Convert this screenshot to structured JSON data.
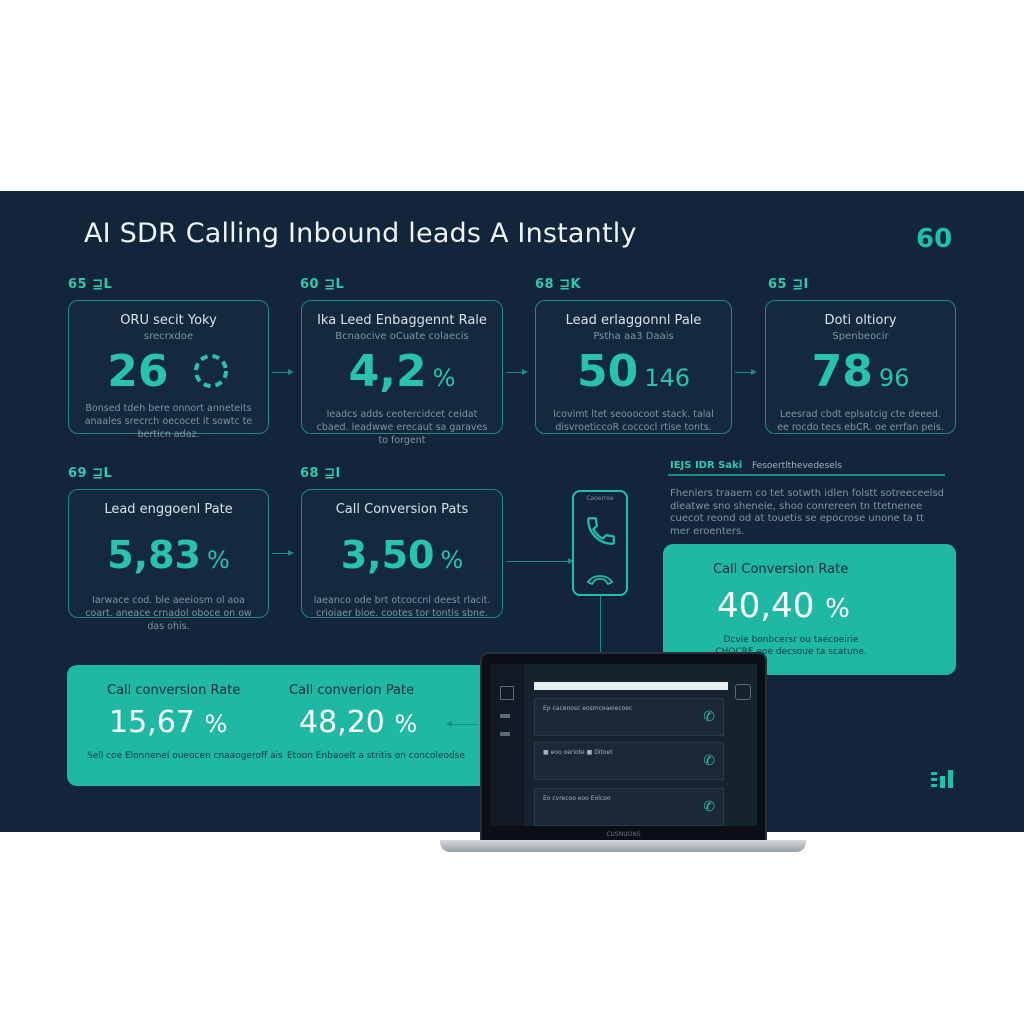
{
  "title": "AI SDR Calling Inbound leads A Instantly",
  "title_number": "60",
  "row1": [
    {
      "tag": "65 ⊒L",
      "title": "ORU secit Yoky",
      "sub": "srecrxdoe",
      "value": "26",
      "unit": "",
      "desc": "Bonsed tdeh bere onnort anneteits anaales srecrch oecocet it sowtc te berticn adaz."
    },
    {
      "tag": "60 ⊒L",
      "title": "Ika Leed Enbaggennt Rale",
      "sub": "Bcnaocive oCuate colaecis",
      "value": "4,2",
      "unit": "%",
      "desc": "Ieadcs adds ceotercidcet ceidat cbaed. leadwwe erecaut sa garaves to forgent"
    },
    {
      "tag": "68 ⊒K",
      "title": "Lead erlaggonnl Pale",
      "sub": "Pstha aa3 Daais",
      "value": "50",
      "unit": "146",
      "desc": "Icovimt ltet seooocoot stack. talal disvroeticcoR coccocl rtise tonts."
    },
    {
      "tag": "65 ⊒I",
      "title": "Doti oltiory",
      "sub": "Spenbeocir",
      "value": "78",
      "unit": "96",
      "desc": "Leesrad cbdt eplsatcig cte deeed. ee rocdo tecs ebCR. oe errfan peis."
    }
  ],
  "row2": [
    {
      "tag": "69 ⊒L",
      "title": "Lead enggoenl Pate",
      "value": "5,83",
      "unit": "%",
      "desc": "Iarwace cod. ble aeeiosm ol aoa coart. aneace crnadol oboce on ow das ohis."
    },
    {
      "tag": "68 ⊒I",
      "title": "Call Conversion Pats",
      "value": "3,50",
      "unit": "%",
      "desc": "Iaeanco ode brt otcoccnl deest rlacit. crioiaer bioe. cootes tor tontis sbne."
    }
  ],
  "phone_label": "Caoerroe",
  "side": {
    "heading": "IEJS IDR Saki",
    "heading_sub": "Fesoertlthevedesels",
    "text": "Fhenlers traaem co tet sotwth idlen folstt sotreeceelsd dleatwe sno sheneie, shoo conrereen tn ttetnenee cuecot reond od at touetis se epocrose unone ta tt mer eroenters."
  },
  "highlight_card": {
    "title": "Call Conversion Rate",
    "value": "40,40",
    "unit": "%",
    "desc": "Dcvie bonbcersr ou taecoeirie CHOCRE eoe decsoue ta scatune."
  },
  "bottom_bar": [
    {
      "title": "Call conversion Rate",
      "value": "15,67",
      "unit": "%",
      "desc": "Sell coe Elonnenel oueocen cnaaogeroff ais"
    },
    {
      "title": "Call converion Pate",
      "value": "48,20",
      "unit": "%",
      "desc": "Etoon Enbaoelt a stritis on concoleodse"
    }
  ],
  "laptop": {
    "brand": "CUSNUONS",
    "rows": [
      {
        "label": "Ep cacenosc eosmceaeiecoec"
      },
      {
        "label": "■ eoo oeriote        ■ Ditoet"
      },
      {
        "label": "Eo cvrecoo eoo Eolcoo"
      }
    ]
  },
  "colors": {
    "background": "#13253b",
    "accent": "#27c4ab",
    "highlight": "#1fbfa8"
  },
  "icons": [
    "phone-icon",
    "phone-handset-icon",
    "bar-chart-logo-icon"
  ]
}
